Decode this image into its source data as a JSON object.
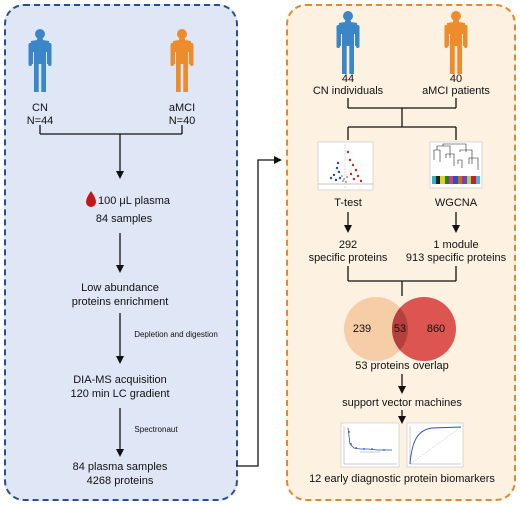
{
  "colors": {
    "left_panel_fill": "#dfe7f6",
    "left_panel_border": "#2a4f8f",
    "right_panel_fill": "#fdf1e2",
    "right_panel_border": "#e08a2a",
    "cn_figure": "#3b86c8",
    "amci_figure": "#ee8b2b",
    "blood_drop": "#c4171c",
    "venn_left": "#f6cda6",
    "venn_right": "#d94844",
    "venn_overlap": "#b5403b"
  },
  "icons": {
    "cn_person": "human-figure-icon",
    "amci_person": "human-figure-icon",
    "blood": "blood-drop-icon"
  },
  "left": {
    "cn_label": "CN",
    "cn_n": "N=44",
    "amci_label": "aMCI",
    "amci_n": "N=40",
    "plasma": "100 μL plasma",
    "samples": "84 samples",
    "enrich_1": "Low abundance",
    "enrich_2": "proteins enrichment",
    "step_depletion": "Depletion and digestion",
    "dia_1": "DIA-MS acquisition",
    "dia_2": "120 min LC gradient",
    "step_spectronaut": "Spectronaut",
    "result_1": "84 plasma samples",
    "result_2": "4268 proteins"
  },
  "right": {
    "cn_count": "44",
    "cn_label": "CN individuals",
    "amci_count": "40",
    "amci_label": "aMCI patients",
    "ttest": "T-test",
    "wgcna": "WGCNA",
    "ttest_count": "292",
    "ttest_desc": "specific proteins",
    "wgcna_count": "1 module",
    "wgcna_desc": "913 specific proteins",
    "venn_left": "239",
    "venn_overlap": "53",
    "venn_right": "860",
    "overlap": "53 proteins overlap",
    "svm": "support vector machines",
    "final": "12 early diagnostic protein biomarkers"
  }
}
